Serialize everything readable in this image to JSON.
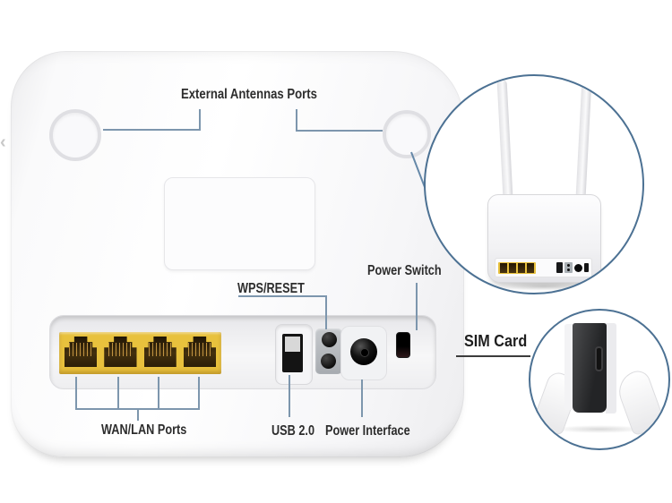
{
  "annotations": {
    "external_antennas": "External Antennas Ports",
    "wps_reset": "WPS/RESET",
    "power_switch": "Power Switch",
    "sim_card": "SIM Card",
    "wan_lan": "WAN/LAN Ports",
    "usb": "USB 2.0",
    "power_interface": "Power Interface"
  },
  "device": {
    "lan_port_count": 4,
    "antenna_count": 2,
    "wps_reset_button_count": 2
  },
  "colors": {
    "ethernet_port_yellow": "#e8c13d",
    "callout_line_blue": "#7d96ad",
    "callout_circle_blue": "#4c7193",
    "label_text": "#2d2d2d",
    "body_white": "#f8f8f9"
  }
}
